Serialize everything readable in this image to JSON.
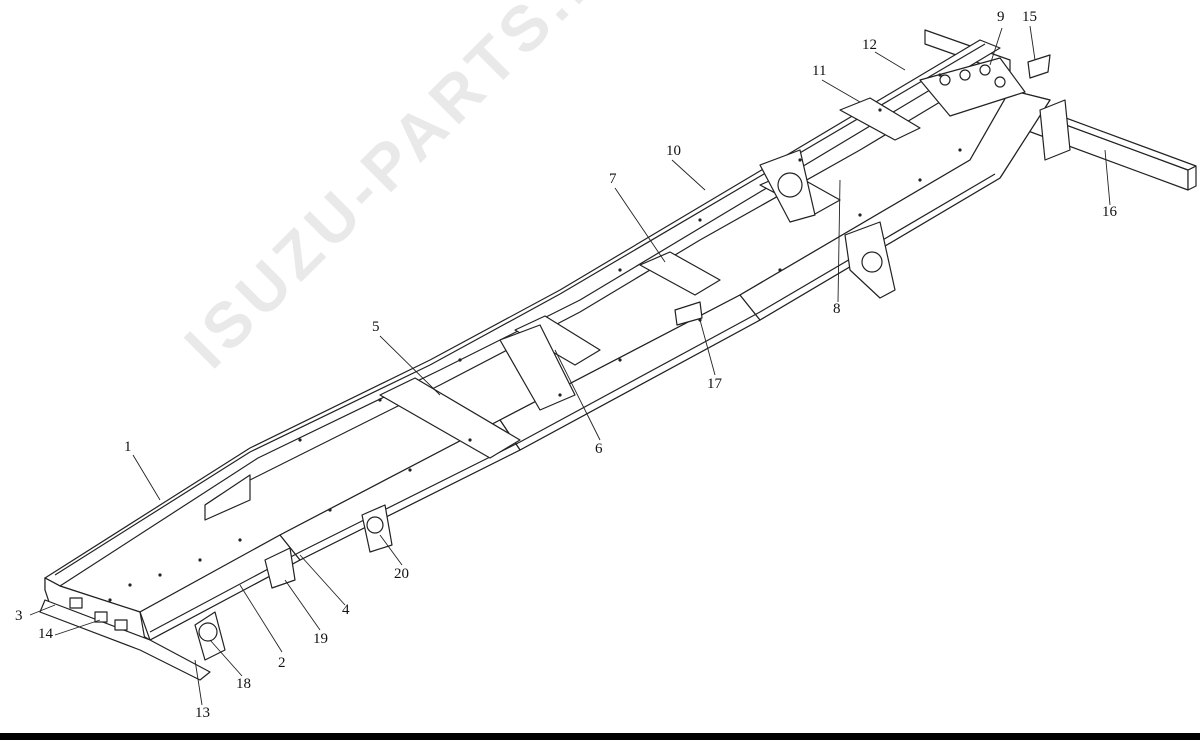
{
  "diagram": {
    "callouts": [
      "1",
      "2",
      "3",
      "4",
      "5",
      "6",
      "7",
      "8",
      "9",
      "10",
      "11",
      "12",
      "13",
      "14",
      "15",
      "16",
      "17",
      "18",
      "19",
      "20"
    ],
    "watermark": "ISUZU-PARTS.RU",
    "colors": {
      "line": "#222222",
      "background": "#ffffff",
      "bar": "#000000"
    }
  }
}
